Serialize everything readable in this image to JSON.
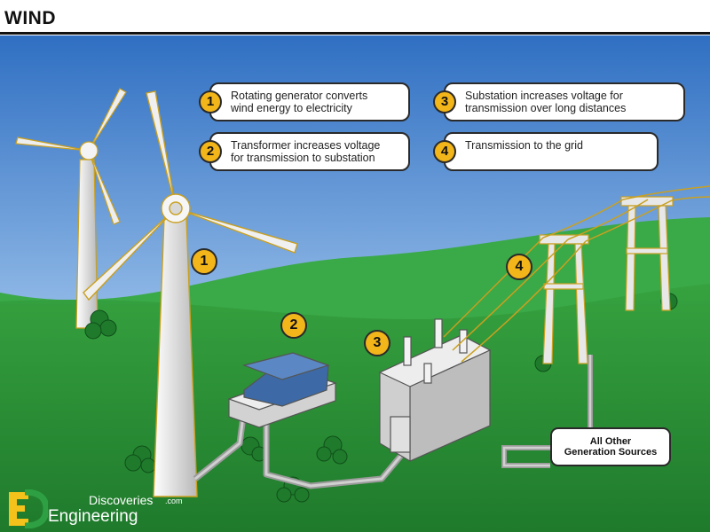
{
  "header": {
    "title": "WIND"
  },
  "callouts": [
    {
      "number": "1",
      "text_line1": "Rotating generator converts",
      "text_line2": "wind energy to electricity"
    },
    {
      "number": "2",
      "text_line1": "Transformer increases voltage",
      "text_line2": "for transmission to substation"
    },
    {
      "number": "3",
      "text_line1": "Substation increases voltage for",
      "text_line2": "transmission over long distances"
    },
    {
      "number": "4",
      "text_line1": "Transmission to the grid",
      "text_line2": ""
    }
  ],
  "markers": [
    "1",
    "2",
    "3",
    "4"
  ],
  "other_sources": {
    "line1": "All Other",
    "line2": "Generation Sources"
  },
  "logo": {
    "name_top": "Discoveries",
    "suffix": ".com",
    "name_bottom": "Engineering"
  },
  "colors": {
    "sky_top": "#2f6fc2",
    "sky_bottom": "#ffffff",
    "hill": "#2f9a3a",
    "accent_yellow": "#f2b51a",
    "turbine": "#e6e6e6"
  }
}
